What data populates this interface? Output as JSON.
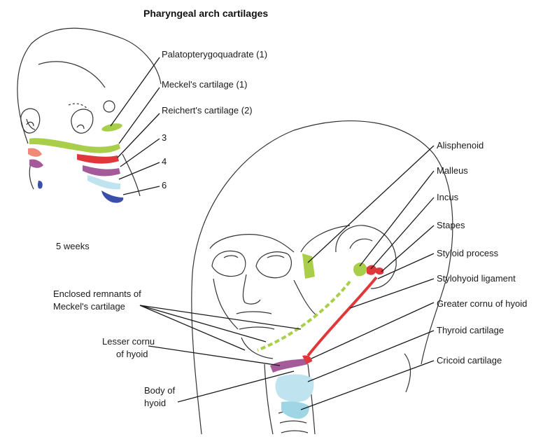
{
  "title": "Pharyngeal arch cartilages",
  "embryo": {
    "age_label": "5 weeks",
    "labels": {
      "palatopterygoquadrate": "Palatopterygoquadrate (1)",
      "meckels": "Meckel's cartilage (1)",
      "reicherts": "Reichert's cartilage (2)",
      "arch3": "3",
      "arch4": "4",
      "arch6": "6"
    }
  },
  "adult": {
    "labels": {
      "alisphenoid": "Alisphenoid",
      "malleus": "Malleus",
      "incus": "Incus",
      "stapes": "Stapes",
      "styloid": "Styloid process",
      "stylohyoid": "Stylohyoid ligament",
      "greater_cornu": "Greater cornu of hyoid",
      "thyroid": "Thyroid cartilage",
      "cricoid": "Cricoid cartilage",
      "enclosed_1": "Enclosed remnants of",
      "enclosed_2": "Meckel's cartilage",
      "lesser_1": "Lesser cornu",
      "lesser_2": "of hyoid",
      "body_1": "Body of",
      "body_2": "hyoid"
    }
  },
  "colors": {
    "arch1_green": "#a9cf4a",
    "arch2_red": "#e0383a",
    "arch3_pink": "#f08a78",
    "arch4_purple": "#a55a9a",
    "arch4_lightblue": "#bfe4ef",
    "arch6_blue": "#3a4fa8",
    "cricoid_blue": "#9fd6e6"
  }
}
